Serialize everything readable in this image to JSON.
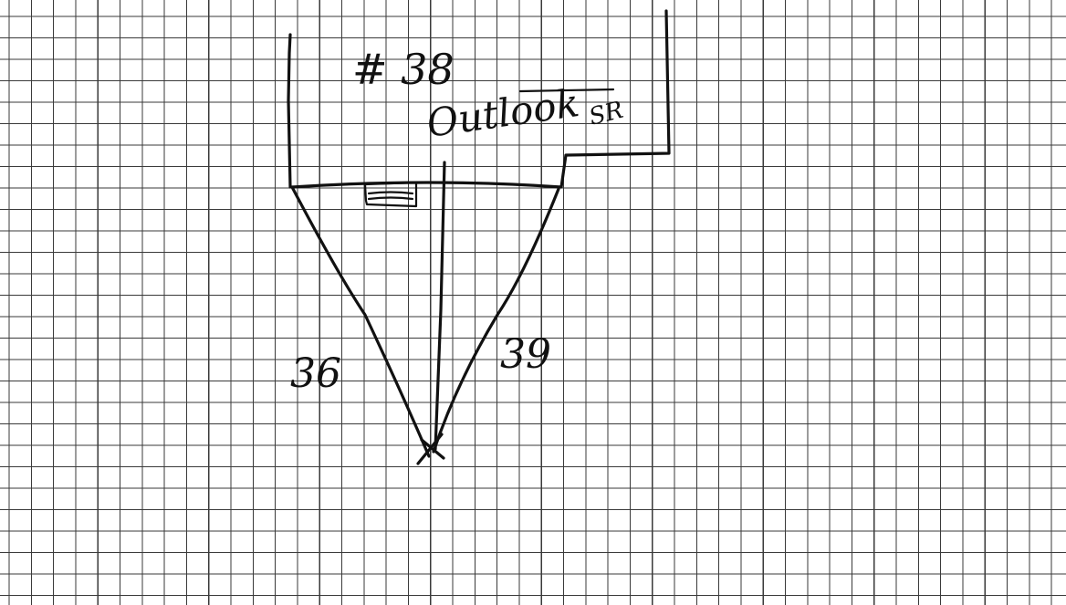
{
  "sketch": {
    "site_label": "# 38",
    "site_name": "Outlook",
    "site_suffix": "SR",
    "left_distance": "36",
    "right_distance": "39"
  },
  "colors": {
    "paper": "#ffffff",
    "grid": "#3a3a3a",
    "ink": "#111111"
  },
  "icons": {
    "target_point": "x-mark-icon",
    "window_marker": "doorway-icon"
  }
}
